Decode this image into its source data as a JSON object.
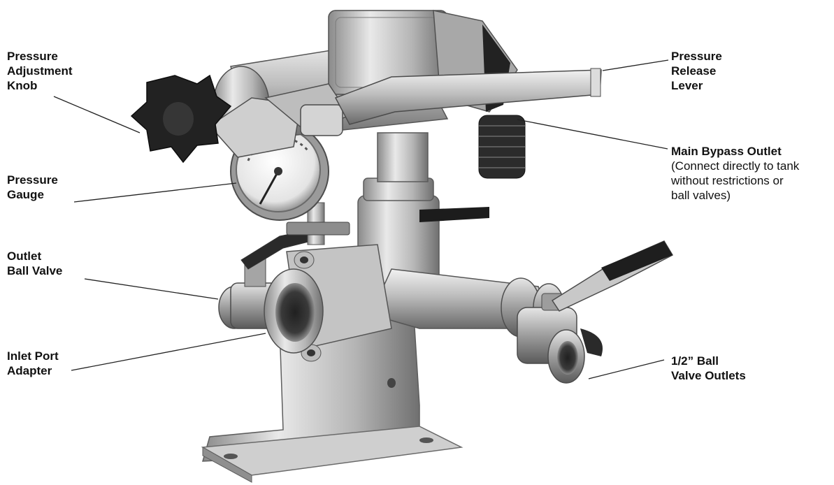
{
  "labels": {
    "pressure_adjustment_knob": [
      "Pressure",
      "Adjustment",
      "Knob"
    ],
    "pressure_gauge": [
      "Pressure",
      "Gauge"
    ],
    "outlet_ball_valve": [
      "Outlet",
      "Ball Valve"
    ],
    "inlet_port_adapter": [
      "Inlet Port",
      "Adapter"
    ],
    "pressure_release_lever": [
      "Pressure",
      "Release",
      "Lever"
    ],
    "main_bypass_outlet": {
      "title": "Main Bypass Outlet",
      "note": [
        "(Connect directly to tank",
        "without restrictions or",
        "ball valves)"
      ]
    },
    "ball_valve_outlets": [
      "1/2” Ball",
      "Valve Outlets"
    ]
  },
  "colors": {
    "ink": "#111111",
    "metal_light": "#d9d9d9",
    "metal_mid": "#a9a9a9",
    "metal_dark": "#6e6e6e",
    "handle_black": "#1d1d1d"
  }
}
